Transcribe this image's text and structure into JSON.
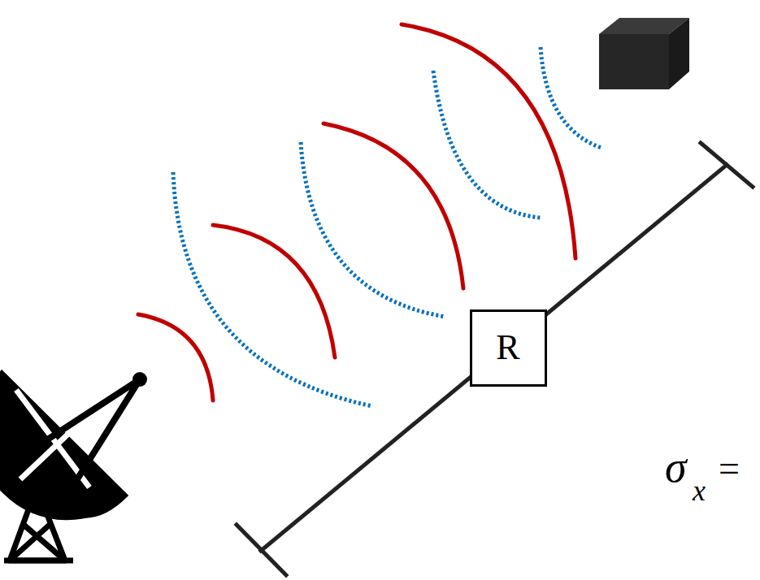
{
  "diagram": {
    "nodes": [
      {
        "text": [
          "R"
        ]
      }
    ],
    "labels": [
      "σ",
      "x",
      "="
    ]
  }
}
